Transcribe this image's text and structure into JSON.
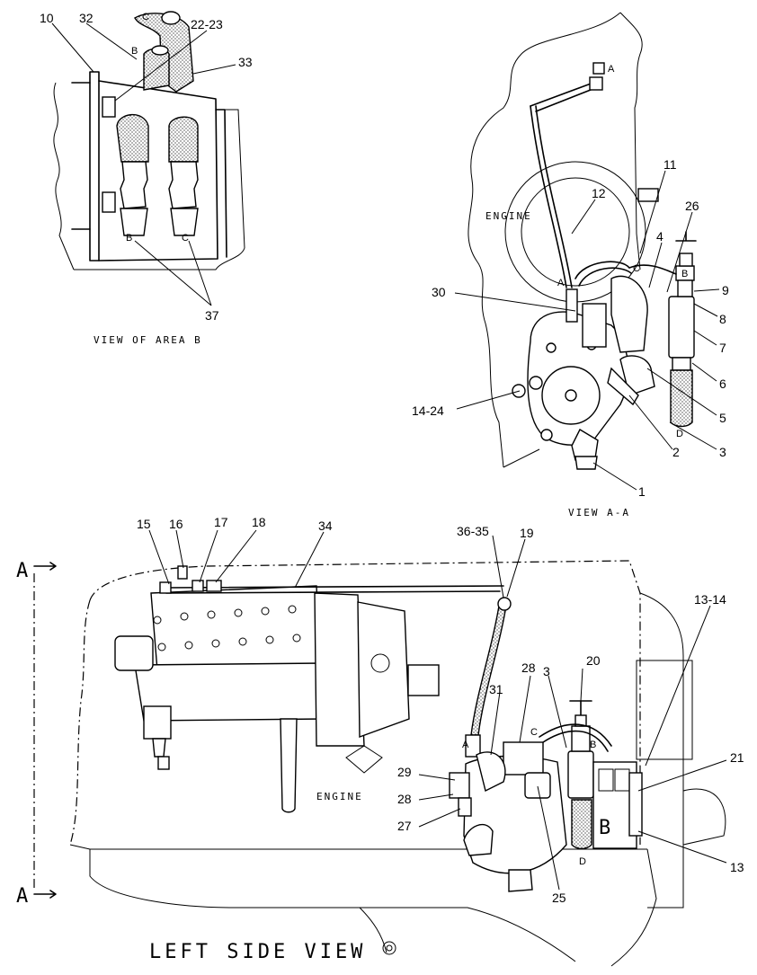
{
  "views": {
    "area_b": {
      "caption": "VIEW OF AREA B"
    },
    "view_aa": {
      "caption": "VIEW A-A",
      "engine_label": "ENGINE"
    },
    "left_side": {
      "caption": "LEFT SIDE VIEW",
      "engine_label": "ENGINE",
      "section_mark": "A"
    }
  },
  "callouts_area_b": [
    "10",
    "32",
    "22-23",
    "33",
    "37"
  ],
  "hose_letters_area_b": [
    "C",
    "B",
    "B",
    "C"
  ],
  "callouts_view_aa": [
    "11",
    "12",
    "26",
    "4",
    "9",
    "8",
    "7",
    "6",
    "5",
    "3",
    "2",
    "1",
    "30",
    "14-24"
  ],
  "hose_letters_view_aa": [
    "A",
    "C",
    "B",
    "D",
    "A"
  ],
  "callouts_left": [
    "15",
    "16",
    "17",
    "18",
    "34",
    "36-35",
    "19",
    "13-14",
    "20",
    "28",
    "31",
    "3",
    "21",
    "29",
    "28",
    "27",
    "25",
    "13"
  ],
  "hose_letters_left": [
    "A",
    "C",
    "B",
    "D"
  ],
  "plate_letter": "B"
}
